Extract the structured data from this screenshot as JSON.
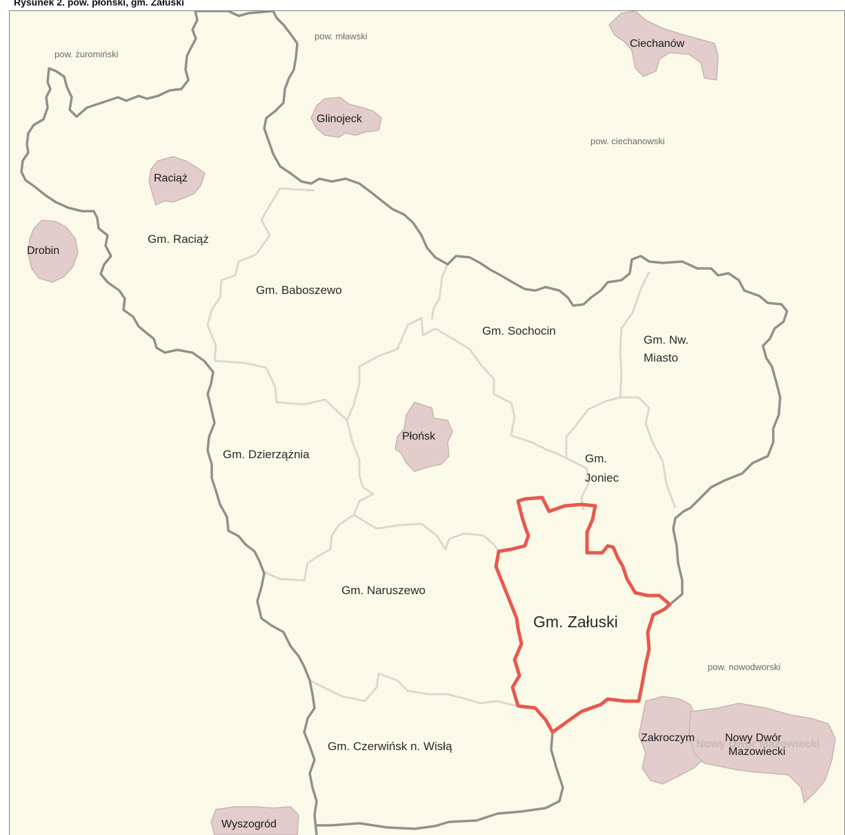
{
  "caption": "Rysunek 2. pow. płoński, gm. Załuski",
  "map": {
    "county_labels": {
      "zurominski": "pow. żuromiński",
      "mlawski": "pow. mławski",
      "ciechanowski": "pow. ciechanowski",
      "nowodworski": "pow. nowodworski"
    },
    "towns": {
      "ciechanow": "Ciechanów",
      "glinojeck": "Glinojeck",
      "raciaz": "Raciąż",
      "drobin": "Drobin",
      "plonsk": "Płońsk",
      "zakroczym": "Zakroczym",
      "nowy_dwor_line1": "Nowy Dwór",
      "nowy_dwor_line2": "Mazowiecki",
      "nowy_dwor_faded": "Nowy Dwór Mazowiecki",
      "wyszogrod": "Wyszogród"
    },
    "gminas": {
      "raciaz": "Gm. Raciąż",
      "baboszewo": "Gm. Baboszewo",
      "sochocin": "Gm. Sochocin",
      "nw_miasto_line1": "Gm. Nw.",
      "nw_miasto_line2": "Miasto",
      "dzierzaznia": "Gm. Dzierzążnia",
      "joniec_line1": "Gm.",
      "joniec_line2": "Joniec",
      "naruszewo": "Gm. Naruszewo",
      "zaluski": "Gm. Załuski",
      "czerwinsk": "Gm. Czerwińsk n. Wisłą"
    },
    "colors": {
      "background": "#fbfae9",
      "county_border": "#8f918a",
      "gmina_border": "#d9d9cf",
      "town_fill": "#e3cccc",
      "highlight": "#e8584e"
    }
  }
}
